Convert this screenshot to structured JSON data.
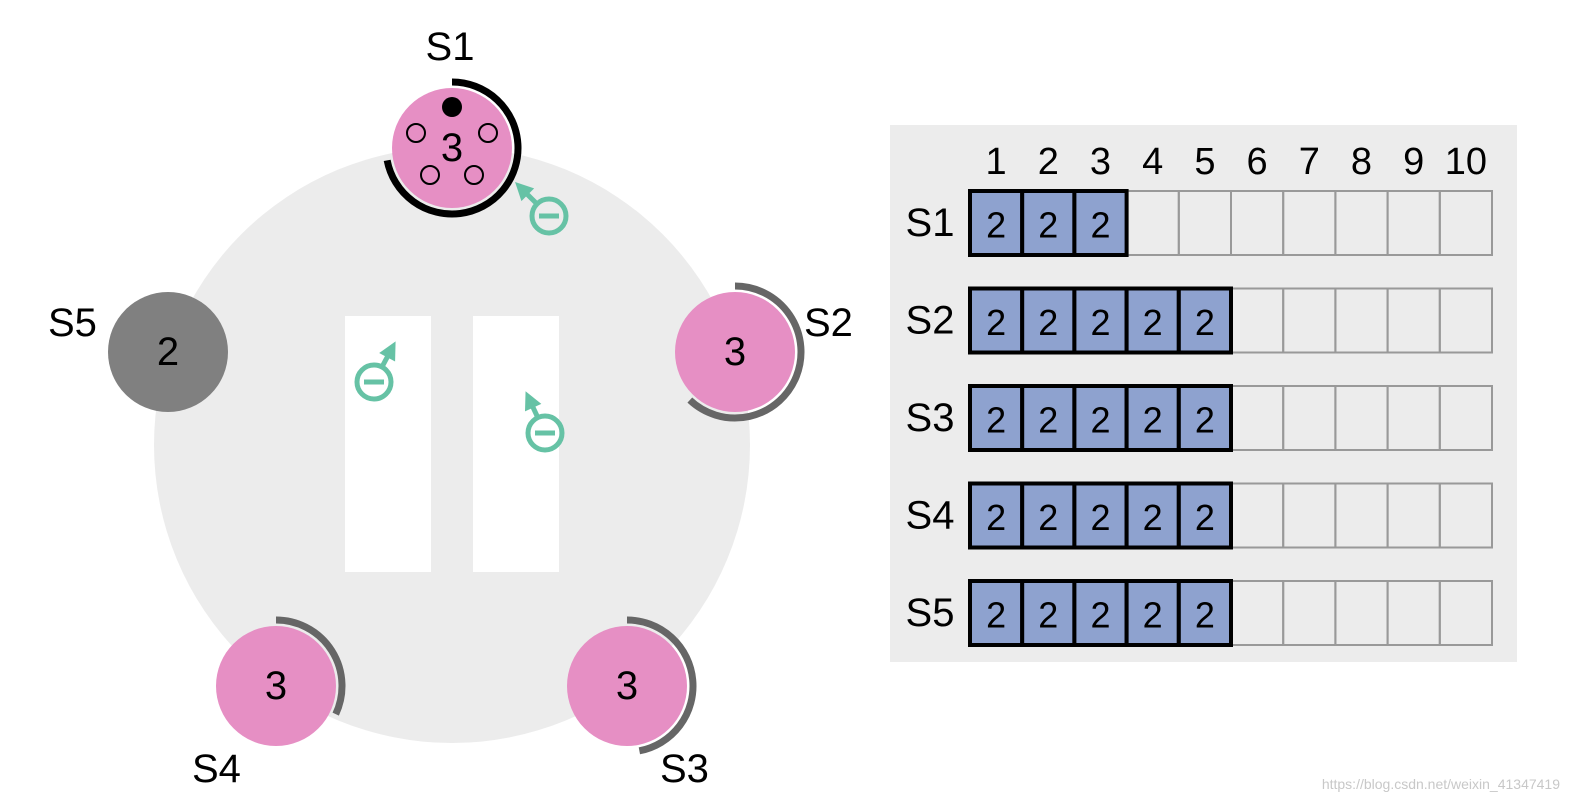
{
  "colors": {
    "ring_bg": "#ececec",
    "candidate_fill": "#e68fc4",
    "follower_fill": "#e68fc4",
    "crashed_fill": "#808080",
    "timer_leader": "#000000",
    "timer_other": "#666666",
    "message_color": "#66c2a5",
    "entry_fill": "#8ea2cf",
    "log_bg": "#ececec",
    "empty_cell_border": "#999999"
  },
  "servers": [
    {
      "name": "S1",
      "term": "3",
      "state": "leader",
      "timer_fraction": 0.72,
      "vote_slots": 4
    },
    {
      "name": "S2",
      "term": "3",
      "state": "follower",
      "timer_fraction": 0.62
    },
    {
      "name": "S3",
      "term": "3",
      "state": "follower",
      "timer_fraction": 0.47
    },
    {
      "name": "S4",
      "term": "3",
      "state": "follower",
      "timer_fraction": 0.32
    },
    {
      "name": "S5",
      "term": "2",
      "state": "crashed",
      "timer_fraction": 0
    }
  ],
  "log": {
    "columns": [
      "1",
      "2",
      "3",
      "4",
      "5",
      "6",
      "7",
      "8",
      "9",
      "10"
    ],
    "rows": [
      {
        "server": "S1",
        "entries": [
          "2",
          "2",
          "2"
        ]
      },
      {
        "server": "S2",
        "entries": [
          "2",
          "2",
          "2",
          "2",
          "2"
        ]
      },
      {
        "server": "S3",
        "entries": [
          "2",
          "2",
          "2",
          "2",
          "2"
        ]
      },
      {
        "server": "S4",
        "entries": [
          "2",
          "2",
          "2",
          "2",
          "2"
        ]
      },
      {
        "server": "S5",
        "entries": [
          "2",
          "2",
          "2",
          "2",
          "2"
        ]
      }
    ]
  },
  "watermark": "https://blog.csdn.net/weixin_41347419"
}
